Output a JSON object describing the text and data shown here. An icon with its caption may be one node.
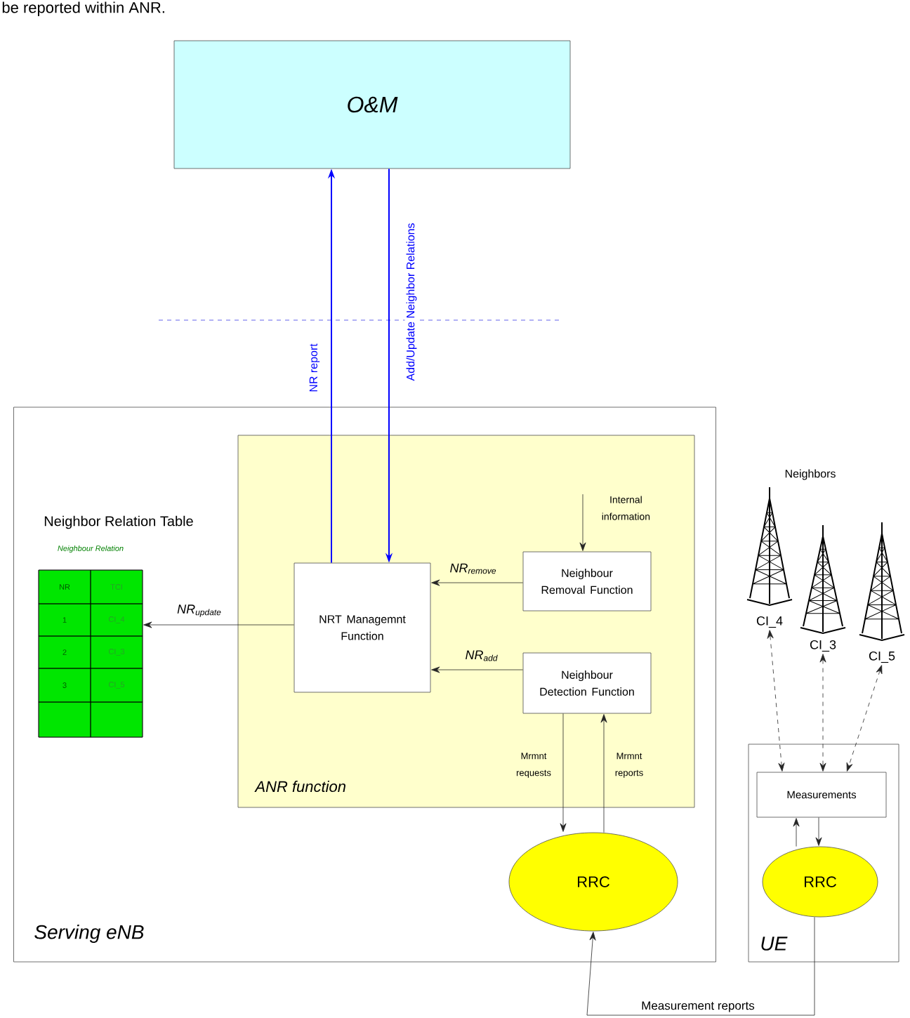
{
  "diagram": {
    "nodes": [
      {
        "text": [
          "O&M"
        ]
      },
      {
        "text": [
          "Serving eNB"
        ]
      },
      {
        "text": [
          "ANR function"
        ],
        "in": 1
      },
      {
        "text": [
          "NRT Managemnt Function"
        ],
        "in": 2
      },
      {
        "text": [
          "Neighbour Removal Function"
        ],
        "in": 2
      },
      {
        "text": [
          "Neighbour Detection Function"
        ],
        "in": 2
      },
      {
        "text": [
          "RRC"
        ],
        "in": 1
      },
      {
        "text": [
          "Neighbor Relation Table",
          "Neighbour Relation",
          "NR",
          "TCI",
          "1",
          "CI_4",
          "2",
          "CI_3",
          "3",
          "CI_5"
        ],
        "in": 1
      },
      {
        "text": [
          "UE"
        ]
      },
      {
        "text": [
          "Measurements"
        ],
        "in": 8
      },
      {
        "text": [
          "RRC"
        ],
        "in": 8
      },
      {
        "text": [
          "CI_4"
        ]
      },
      {
        "text": [
          "CI_3"
        ]
      },
      {
        "text": [
          "CI_5"
        ]
      },
      {
        "text": [
          "Internal information"
        ],
        "in": 2
      }
    ],
    "edges": [
      {
        "from": 3,
        "to": 0,
        "arrow": "to",
        "label": "NR report",
        "color": "#0000ff"
      },
      {
        "from": 0,
        "to": 3,
        "arrow": "to",
        "label": "Add/Update Neighbor Relations",
        "color": "#0000ff"
      },
      {
        "from": 3,
        "to": 7,
        "arrow": "to",
        "label": "NR$_{update}$"
      },
      {
        "from": 4,
        "to": 3,
        "arrow": "to",
        "label": "NR$_{remove}$"
      },
      {
        "from": 5,
        "to": 3,
        "arrow": "to",
        "label": "NR$_{add}$"
      },
      {
        "from": 14,
        "to": 4,
        "arrow": "to"
      },
      {
        "from": 5,
        "to": 6,
        "arrow": "to",
        "label": "Mrmnt requests"
      },
      {
        "from": 6,
        "to": 5,
        "arrow": "to",
        "label": "Mrmnt reports"
      },
      {
        "from": 10,
        "to": 6,
        "arrow": "to",
        "label": "Measurement reports"
      },
      {
        "from": 11,
        "to": 9,
        "arrow": "both",
        "style": "dashed"
      },
      {
        "from": 12,
        "to": 9,
        "arrow": "both",
        "style": "dashed"
      },
      {
        "from": 13,
        "to": 9,
        "arrow": "both",
        "style": "dashed"
      },
      {
        "from": 10,
        "to": 9,
        "arrow": "to"
      },
      {
        "from": 9,
        "to": 10,
        "arrow": "to"
      }
    ],
    "labels": [
      "be reported within ANR.",
      "Neighbors"
    ]
  }
}
